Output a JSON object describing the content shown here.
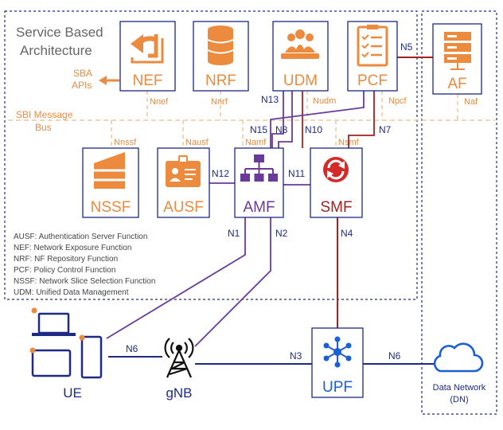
{
  "title_line1": "Service Based",
  "title_line2": "Architecture",
  "sba_line1": "SBA",
  "sba_line2": "APIs",
  "bus_line1": "SBI Message",
  "bus_line2": "Bus",
  "nodes": {
    "nef": "NEF",
    "nrf": "NRF",
    "udm": "UDM",
    "pcf": "PCF",
    "af": "AF",
    "nssf": "NSSF",
    "ausf": "AUSF",
    "amf": "AMF",
    "smf": "SMF",
    "upf": "UPF",
    "ue": "UE",
    "gnb": "gNB",
    "dn_line1": "Data Network",
    "dn_line2": "(DN)"
  },
  "interfaces": {
    "nnef": "Nnef",
    "nnrf": "Nnrf",
    "nudm": "Nudm",
    "npcf": "Npcf",
    "naf": "Naf",
    "nnssf": "Nnssf",
    "nausf": "Nausf",
    "namf": "Namf",
    "nsmf": "Nsmf"
  },
  "refpoints": {
    "n1": "N1",
    "n2": "N2",
    "n3": "N3",
    "n4": "N4",
    "n5": "N5",
    "n6a": "N6",
    "n6b": "N6",
    "n7": "N7",
    "n8": "N8",
    "n10": "N10",
    "n11": "N11",
    "n12": "N12",
    "n13": "N13",
    "n15": "N15"
  },
  "legend": [
    "AUSF: Authentication Server Function",
    "NEF: Network Exposure Function",
    "NRF: NF Repository Function",
    "PCF: Policy Control Function",
    "NSSF: Network Slice Selection Function",
    "UDM: Unified Data Management"
  ],
  "colors": {
    "orange": "#ec8a3e",
    "navy": "#1d2a86",
    "purple": "#6a3a9a",
    "red": "#a32121",
    "bus": "#f2c59c"
  }
}
